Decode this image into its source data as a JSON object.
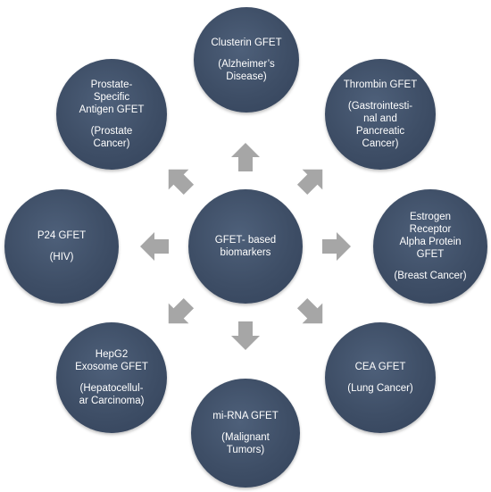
{
  "center": {
    "lines": [
      "GFET- based",
      "biomarkers"
    ]
  },
  "nodes": [
    {
      "key": "clusterin",
      "title": [
        "Clusterin GFET"
      ],
      "sub": [
        "(Alzheimer’s",
        "Disease)"
      ]
    },
    {
      "key": "thrombin",
      "title": [
        "Thrombin GFET"
      ],
      "sub": [
        "(Gastrointesti-",
        "nal and",
        "Pancreatic",
        "Cancer)"
      ]
    },
    {
      "key": "estrogen",
      "title": [
        "Estrogen",
        "Receptor",
        "Alpha Protein",
        "GFET"
      ],
      "sub": [
        "(Breast Cancer)"
      ]
    },
    {
      "key": "cea",
      "title": [
        "CEA GFET"
      ],
      "sub": [
        "(Lung Cancer)"
      ]
    },
    {
      "key": "mirna",
      "title": [
        "mi-RNA GFET"
      ],
      "sub": [
        "(Malignant",
        "Tumors)"
      ]
    },
    {
      "key": "hepg2",
      "title": [
        "HepG2",
        "Exosome GFET"
      ],
      "sub": [
        "(Hepatocellul-",
        "ar Carcinoma)"
      ]
    },
    {
      "key": "p24",
      "title": [
        "P24 GFET"
      ],
      "sub": [
        "(HIV)"
      ]
    },
    {
      "key": "psa",
      "title": [
        "Prostate-",
        "Specific",
        "Antigen GFET"
      ],
      "sub": [
        "(Prostate",
        "Cancer)"
      ]
    }
  ],
  "colors": {
    "circle": "#3e4e66",
    "arrow": "#a6a6a6",
    "text": "#ffffff"
  }
}
